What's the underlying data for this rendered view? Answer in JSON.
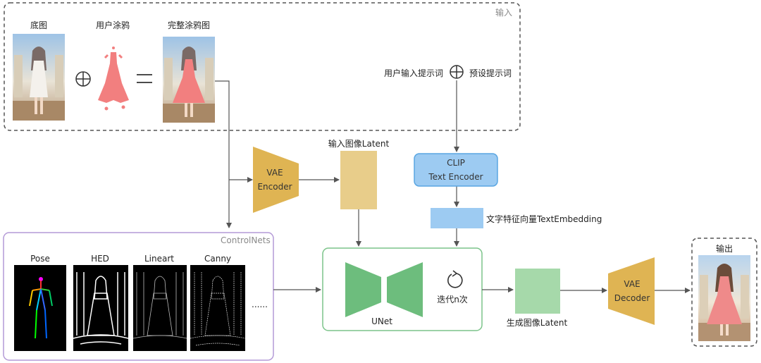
{
  "input_frame": {
    "title": "输入",
    "base_image_label": "底图",
    "user_doodle_label": "用户涂鸦",
    "complete_doodle_label": "完整涂鸦图",
    "plus_symbol": "⊕",
    "equals_symbol": "=",
    "user_prompt_label": "用户输入提示词",
    "preset_prompt_label": "预设提示词"
  },
  "vae_encoder": {
    "line1": "VAE",
    "line2": "Encoder"
  },
  "input_latent_label": "输入图像Latent",
  "clip": {
    "line1": "CLIP",
    "line2": "Text Encoder"
  },
  "text_embedding_label": "文字特征向量TextEmbedding",
  "controlnets": {
    "title": "ControlNets",
    "items": [
      "Pose",
      "HED",
      "Lineart",
      "Canny"
    ],
    "ellipsis": "......"
  },
  "unet": {
    "label": "UNet",
    "iterate_label": "迭代n次"
  },
  "output_latent_label": "生成图像Latent",
  "vae_decoder": {
    "line1": "VAE",
    "line2": "Decoder"
  },
  "output_frame": {
    "title": "输出"
  },
  "colors": {
    "vae": "#dfb453",
    "latent_input": "#e8cd8a",
    "clip_fill": "#9dcbf2",
    "clip_border": "#5aa6e2",
    "embedding": "#9dcbf2",
    "unet_border": "#7cc48a",
    "unet_shape": "#6dbd7d",
    "latent_output": "#a6d9aa",
    "controlnet_border": "#b49ad7",
    "dashed_border": "#555555",
    "arrow": "#555555",
    "doodle": "#f27f7f"
  }
}
